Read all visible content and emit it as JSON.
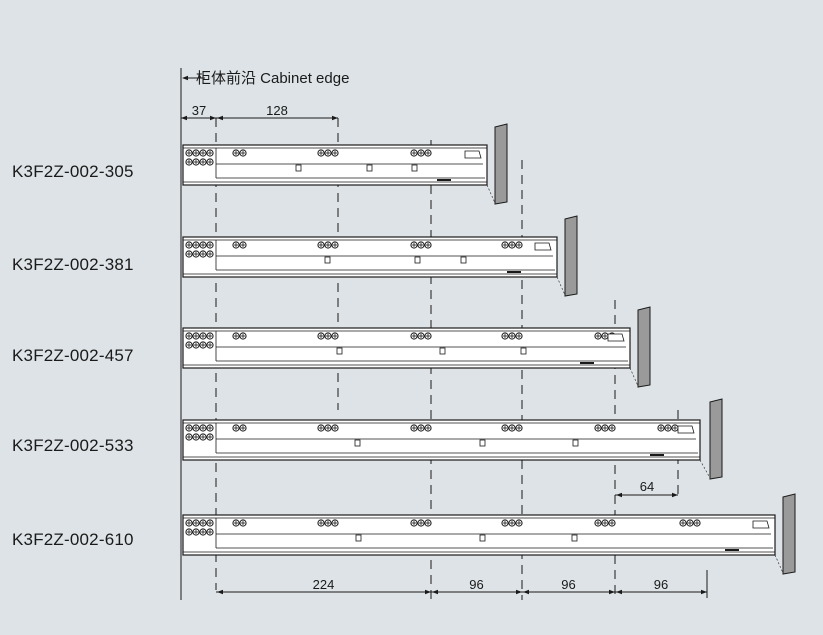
{
  "header": {
    "cabinet_edge_label": "柜体前沿 Cabinet edge"
  },
  "slides": [
    {
      "model": "K3F2Z-002-305"
    },
    {
      "model": "K3F2Z-002-381"
    },
    {
      "model": "K3F2Z-002-457"
    },
    {
      "model": "K3F2Z-002-533"
    },
    {
      "model": "K3F2Z-002-610"
    }
  ],
  "dimensions": {
    "top_first": "37",
    "top_second": "128",
    "mid": "64",
    "bottom": [
      "224",
      "96",
      "96",
      "96"
    ]
  },
  "colors": {
    "background": "#dde3e6",
    "slide_fill": "#ffffff",
    "line": "#1a1a1a",
    "wall_fill": "#9a9a9a"
  }
}
